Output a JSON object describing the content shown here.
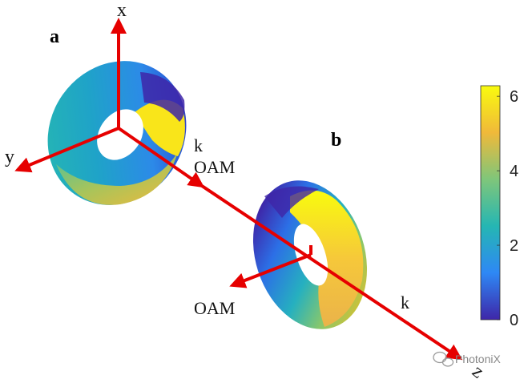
{
  "panels": {
    "a": "a",
    "b": "b"
  },
  "axes": {
    "x": "x",
    "y": "y",
    "z": "z",
    "k_a": "k",
    "oam_a": "OAM",
    "k_b": "k",
    "oam_b": "OAM"
  },
  "colorbar": {
    "ticks": [
      "0",
      "2",
      "4",
      "6"
    ],
    "min": 0,
    "max": 6.2832,
    "colors": [
      "#3e26a8",
      "#2e88f5",
      "#25b6b3",
      "#7fc67a",
      "#f0b93a",
      "#f9fb0e"
    ]
  },
  "arrow_color": "#e60000",
  "watermark": "PhotoniX"
}
